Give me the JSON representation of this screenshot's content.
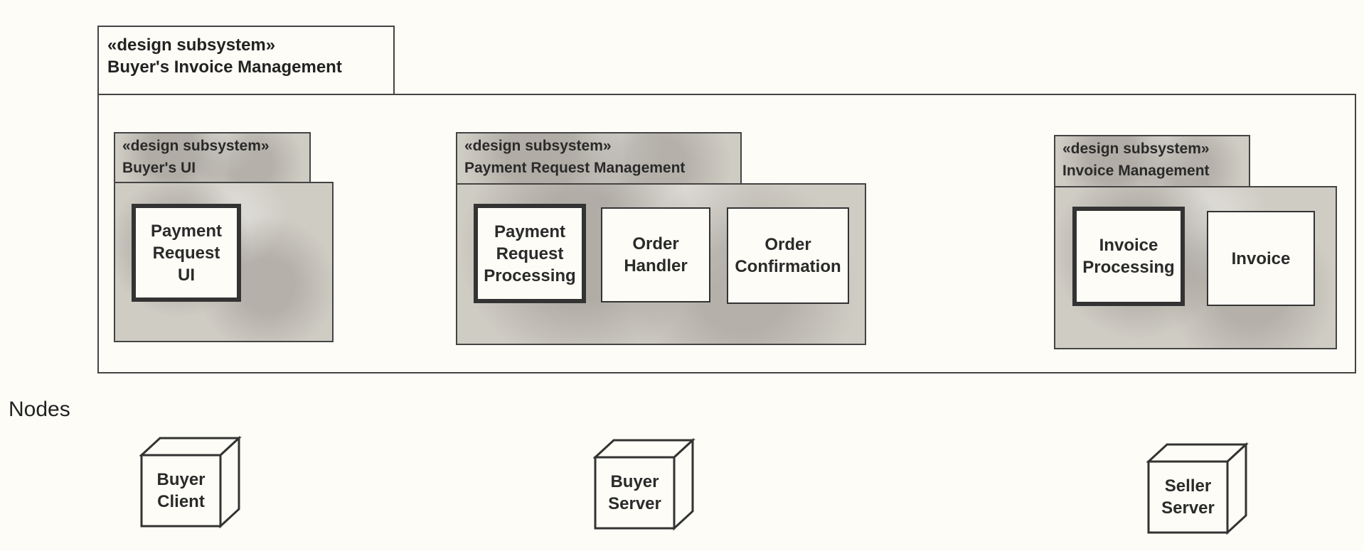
{
  "top_subsystem": {
    "stereotype": "«design subsystem»",
    "name": "Buyer's Invoice Management"
  },
  "subsystems": {
    "buyers_ui": {
      "stereotype": "«design subsystem»",
      "name": "Buyer's UI",
      "classes": [
        {
          "lines": [
            "Payment",
            "Request",
            "UI"
          ],
          "active": true
        }
      ]
    },
    "payment_request_mgmt": {
      "stereotype": "«design subsystem»",
      "name": "Payment Request Management",
      "classes": [
        {
          "lines": [
            "Payment",
            "Request",
            "Processing"
          ],
          "active": true
        },
        {
          "lines": [
            "Order",
            "Handler"
          ],
          "active": false
        },
        {
          "lines": [
            "Order",
            "Confirmation"
          ],
          "active": false
        }
      ]
    },
    "invoice_mgmt": {
      "stereotype": "«design subsystem»",
      "name": "Invoice Management",
      "classes": [
        {
          "lines": [
            "Invoice",
            "Processing"
          ],
          "active": true
        },
        {
          "lines": [
            "Invoice"
          ],
          "active": false
        }
      ]
    }
  },
  "nodes_section": {
    "heading": "Nodes",
    "nodes": [
      {
        "lines": [
          "Buyer",
          "Client"
        ]
      },
      {
        "lines": [
          "Buyer",
          "Server"
        ]
      },
      {
        "lines": [
          "Seller",
          "Server"
        ]
      }
    ]
  }
}
